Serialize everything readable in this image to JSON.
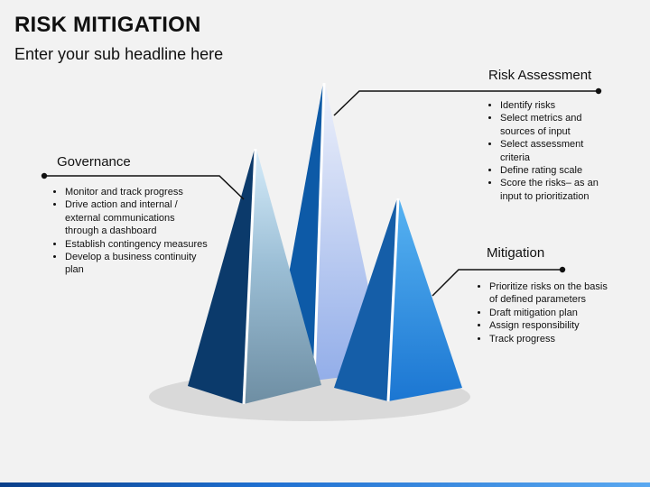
{
  "title": "RISK MITIGATION",
  "subtitle": "Enter your sub headline here",
  "sections": {
    "risk_assessment": {
      "heading": "Risk Assessment",
      "items": [
        "Identify risks",
        "Select metrics and sources of input",
        "Select assessment criteria",
        "Define rating scale",
        "Score the risks– as an input to prioritization"
      ]
    },
    "governance": {
      "heading": "Governance",
      "items": [
        "Monitor and track progress",
        "Drive action and internal / external communications through a dashboard",
        "Establish contingency measures",
        "Develop a business continuity plan"
      ]
    },
    "mitigation": {
      "heading": "Mitigation",
      "items": [
        "Prioritize risks on the basis of defined parameters",
        "Draft mitigation plan",
        "Assign responsibility",
        "Track progress"
      ]
    }
  },
  "colors": {
    "governance_pyramid": "#0b3a6b",
    "assessment_pyramid": "#0d5aa7",
    "mitigation_pyramid": "#1f78d1",
    "connector": "#111111",
    "base_shadow": "#d9d9d9"
  }
}
